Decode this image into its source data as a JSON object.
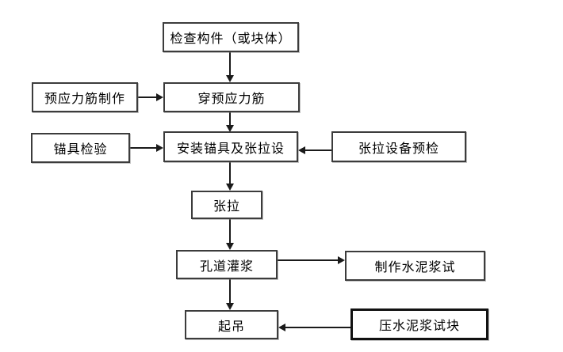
{
  "diagram": {
    "type": "flowchart",
    "background": "#ffffff",
    "colors": {
      "box_border": "#3c3c3c",
      "box_border_bold": "#111111",
      "arrow_line": "#1a1a1a",
      "text": "#000000"
    },
    "nodes": {
      "check": {
        "label": "检查构件（或块体）"
      },
      "tendon_fab": {
        "label": "预应力筋制作"
      },
      "thread_tendon": {
        "label": "穿预应力筋"
      },
      "anchor_inspect": {
        "label": "锚具检验"
      },
      "install_anchor": {
        "label": "安装锚具及张拉设"
      },
      "equip_precheck": {
        "label": "张拉设备预检"
      },
      "tension": {
        "label": "张拉"
      },
      "duct_grouting": {
        "label": "孔道灌浆"
      },
      "make_cement_test": {
        "label": "制作水泥浆试"
      },
      "lift": {
        "label": "起吊"
      },
      "press_cement_test": {
        "label": "压水泥浆试块"
      }
    },
    "edges": [
      {
        "from": "检查构件（或块体）",
        "to": "穿预应力筋",
        "direction": "down"
      },
      {
        "from": "预应力筋制作",
        "to": "穿预应力筋",
        "direction": "right"
      },
      {
        "from": "穿预应力筋",
        "to": "安装锚具及张拉设",
        "direction": "down"
      },
      {
        "from": "锚具检验",
        "to": "安装锚具及张拉设",
        "direction": "right"
      },
      {
        "from": "张拉设备预检",
        "to": "安装锚具及张拉设",
        "direction": "left"
      },
      {
        "from": "安装锚具及张拉设",
        "to": "张拉",
        "direction": "down"
      },
      {
        "from": "张拉",
        "to": "孔道灌浆",
        "direction": "down"
      },
      {
        "from": "孔道灌浆",
        "to": "制作水泥浆试",
        "direction": "right"
      },
      {
        "from": "孔道灌浆",
        "to": "起吊",
        "direction": "down"
      },
      {
        "from": "压水泥浆试块",
        "to": "起吊",
        "direction": "left"
      }
    ]
  }
}
